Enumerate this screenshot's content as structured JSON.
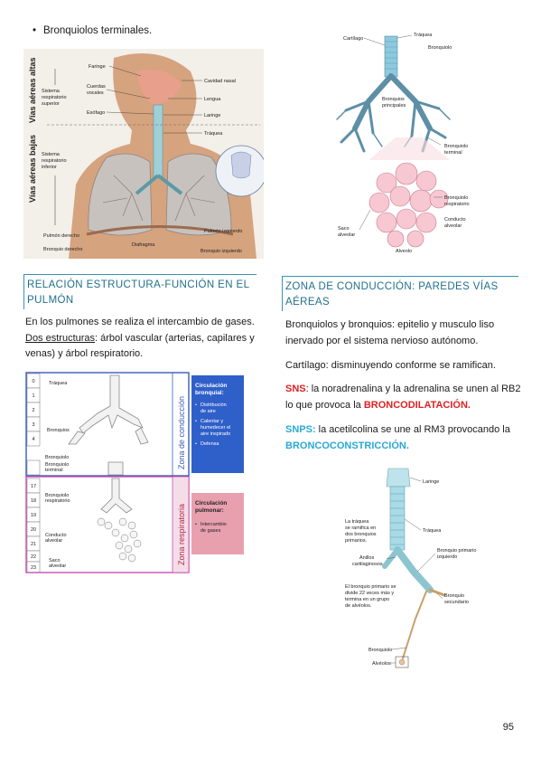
{
  "bullet_text": "Bronquiolos terminales.",
  "fig1": {
    "side_top": "Vías aéreas altas",
    "side_bottom": "Vías aéreas bajas",
    "sys_upper": [
      "Sistema",
      "respiratorio",
      "superior"
    ],
    "sys_lower": [
      "Sistema",
      "respiratorio",
      "inferior"
    ],
    "faringe": "Faringe",
    "cuerdas": [
      "Cuerdas",
      "vocales"
    ],
    "esofago": "Esófago",
    "cavidad": "Cavidad nasal",
    "lengua": "Lengua",
    "laringe": "Laringe",
    "traquea": "Tráquea",
    "pulmon_izq": "Pulmón izquierdo",
    "pulmon_der": "Pulmón derecho",
    "bronquio_der": "Bronquio derecho",
    "diafragma": "Diafragma",
    "bronquio_izq": "Bronquio izquierdo"
  },
  "fig2": {
    "cartilago": "Cartílago",
    "traquea": "Tráquea",
    "bronquiolo": "Bronquiolo",
    "bronquios_principales": [
      "Bronquios",
      "principales"
    ],
    "bronquiolo_terminal": [
      "Bronquiolo",
      "terminal"
    ],
    "bronquiolo_respiratorio": [
      "Bronquiolo",
      "respiratorio"
    ],
    "saco_alveolar": [
      "Saco",
      "alveolar"
    ],
    "conducto_alveolar": [
      "Conducto",
      "alveolar"
    ],
    "alveolo": "Alveolo"
  },
  "left_heading": "RELACIÓN ESTRUCTURA-FUNCIÓN EN EL PULMÓN",
  "left_para": {
    "p1": "En los pulmones se realiza el intercambio de gases. ",
    "p1_ul": "Dos estructuras",
    "p1_end": ": árbol vascular (arterias, capilares y venas) y árbol respiratorio."
  },
  "fig3": {
    "levels": [
      "0",
      "1",
      "2",
      "3",
      "4",
      "",
      "17",
      "18",
      "19",
      "20",
      "21",
      "22",
      "23"
    ],
    "traquea": "Tráquea",
    "bronquios": "Bronquios",
    "bronquiolo": "Bronquiolo",
    "bronquiolo_terminal": [
      "Bronquiolo",
      "terminal"
    ],
    "bronquiolo_resp": [
      "Bronquiolo",
      "respiratorio"
    ],
    "conducto": [
      "Conducto",
      "alveolar"
    ],
    "saco": [
      "Saco",
      "alveolar"
    ],
    "zona_conduccion": "Zona de conducción",
    "zona_respiratoria": "Zona respiratoria",
    "circ_bronquial_title": [
      "Circulación",
      "bronquial:"
    ],
    "circ_bronquial_items": [
      [
        "Distribución",
        "de aire"
      ],
      [
        "Calentar y",
        "humedecer el",
        "aire inspirado"
      ],
      [
        "Defensa"
      ]
    ],
    "circ_pulmonar_title": [
      "Circulación",
      "pulmonar:"
    ],
    "circ_pulmonar_items": [
      [
        "Intercambio",
        "de gases"
      ]
    ]
  },
  "right_heading": "ZONA DE CONDUCCIÓN: PAREDES VÍAS AÉREAS",
  "right_paras": {
    "p1": "Bronquiolos y bronquios: epitelio y musculo liso inervado por el sistema nervioso autónomo.",
    "p2": "Cartílago: disminuyendo conforme se ramifican.",
    "p3_label": "SNS",
    "p3_text": ": la noradrenalina y la adrenalina se unen al RB2 lo que provoca la ",
    "p3_em": "BRONCODILATACIÓN.",
    "p4_label": "SNPS:",
    "p4_text": " la acetilcolina se une al RM3 provocando la ",
    "p4_em": "BRONCOCONSTRICCIÓN."
  },
  "fig4": {
    "laringe": "Laringe",
    "traquea": "Tráquea",
    "traquea_note": [
      "La tráquea",
      "se ramifica en",
      "dos bronquios",
      "primarios."
    ],
    "anillos": [
      "Anillos",
      "cartilaginosos"
    ],
    "bronquio_primario": [
      "Bronquio primario",
      "izquierdo"
    ],
    "bronquio_secundario": [
      "Bronquio",
      "secundario"
    ],
    "primario_note": [
      "El bronquio primario se",
      "divide 22 veces más y",
      "termina en un grupo",
      "de alvéolos."
    ],
    "bronquiolo": "Bronquiolo",
    "alveolos": "Alvéolos"
  },
  "page_number": "95"
}
